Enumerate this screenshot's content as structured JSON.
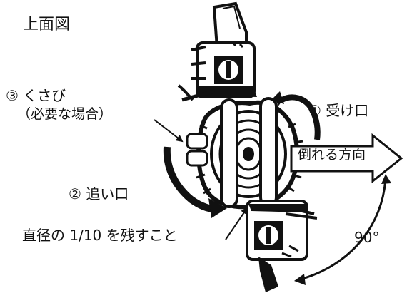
{
  "diagram": {
    "view_label": "上面図",
    "wedge_label": "③ くさび",
    "wedge_note": "（必要な場合）",
    "front_cut_label": "① 受け口",
    "fall_direction_label": "倒れる方向",
    "back_cut_label": "② 追い口",
    "hinge_label": "直径の 1/10 を残すこと",
    "angle_label": "90°"
  }
}
